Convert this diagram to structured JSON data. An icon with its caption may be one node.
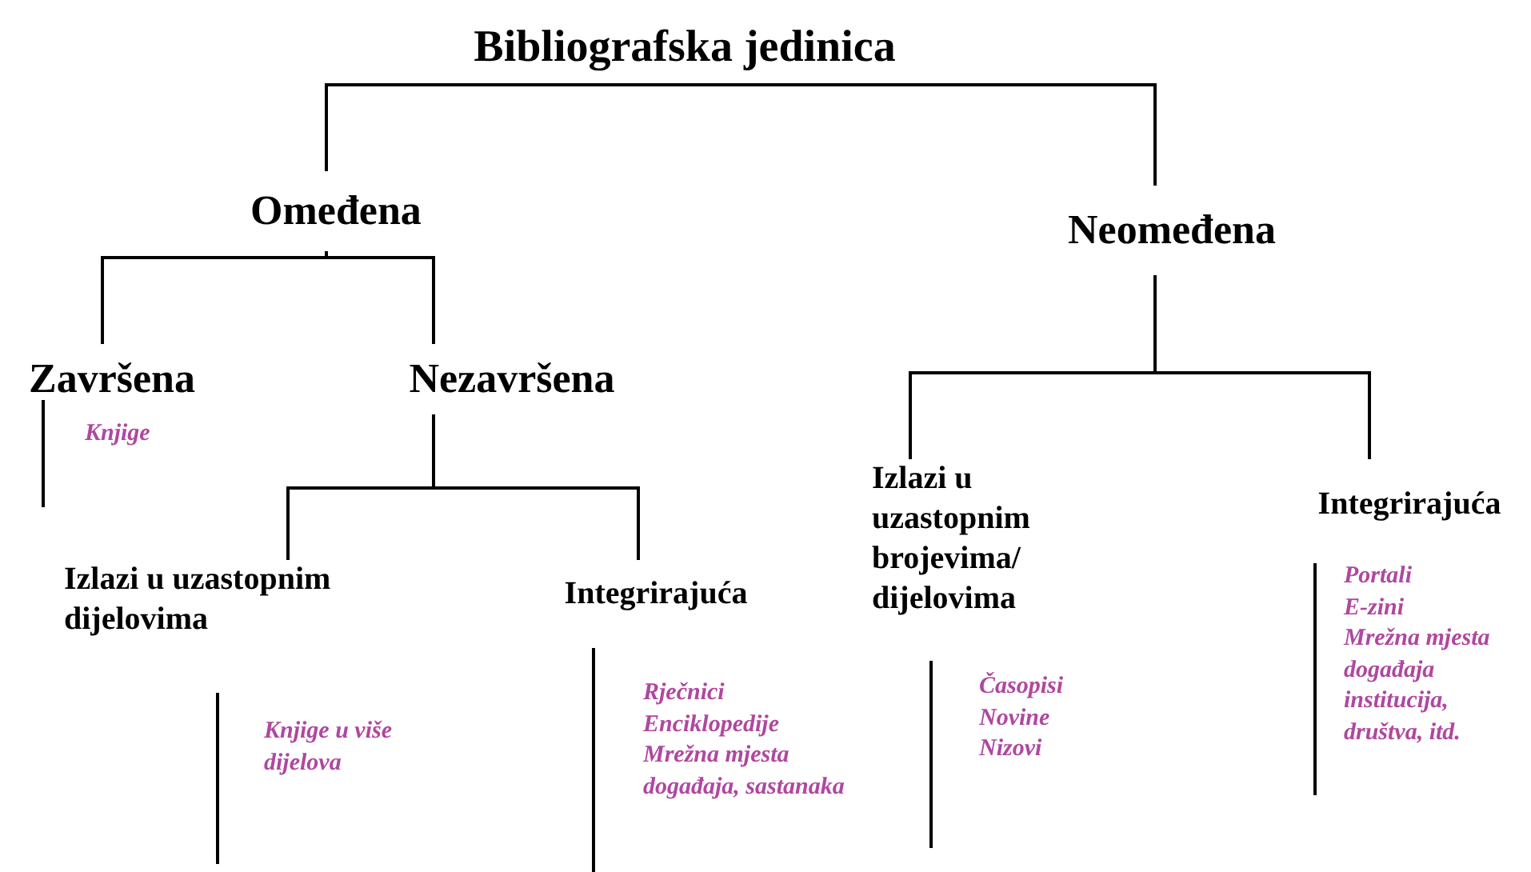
{
  "diagram": {
    "nodes": [
      {
        "text": [
          "Bibliografska jedinica"
        ]
      },
      {
        "text": [
          "Omeđena"
        ]
      },
      {
        "text": [
          "Neomeđena"
        ]
      },
      {
        "text": [
          "Završena"
        ],
        "beside": [
          "Knjige"
        ]
      },
      {
        "text": [
          "Nezavršena"
        ]
      },
      {
        "text": [
          "Izlazi u uzastopnim dijelovima"
        ],
        "beside": [
          "Knjige u više dijelova"
        ]
      },
      {
        "text": [
          "Integrirajuća"
        ],
        "beside": [
          "Rječnici",
          "Enciklopedije",
          "Mrežna mjesta događaja, sastanaka"
        ]
      },
      {
        "text": [
          "Izlazi u uzastopnim brojevima/ dijelovima"
        ],
        "beside": [
          "Časopisi",
          "Novine",
          "Nizovi"
        ]
      },
      {
        "text": [
          "Integrirajuća"
        ],
        "beside": [
          "Portali",
          "E-zini",
          "Mrežna mjesta događaja institucija, društva, itd."
        ]
      }
    ],
    "edges": [
      {
        "from": 0,
        "to": 1,
        "arrow": "none"
      },
      {
        "from": 0,
        "to": 2,
        "arrow": "none"
      },
      {
        "from": 1,
        "to": 3,
        "arrow": "none"
      },
      {
        "from": 1,
        "to": 4,
        "arrow": "none"
      },
      {
        "from": 4,
        "to": 5,
        "arrow": "none"
      },
      {
        "from": 4,
        "to": 6,
        "arrow": "none"
      },
      {
        "from": 2,
        "to": 7,
        "arrow": "none"
      },
      {
        "from": 2,
        "to": 8,
        "arrow": "none"
      }
    ]
  }
}
